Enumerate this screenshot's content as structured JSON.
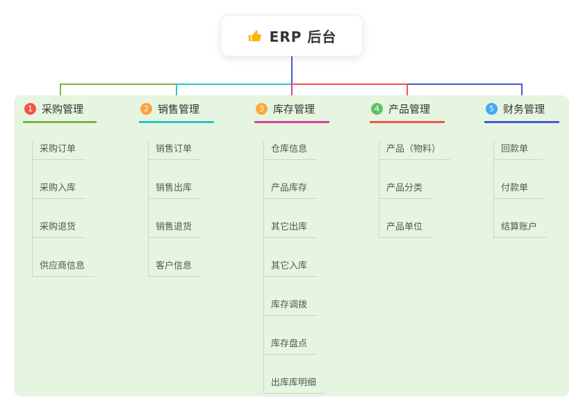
{
  "root": {
    "icon": "thumbs-up-icon",
    "icon_color": "#f7b500",
    "label": "ERP 后台",
    "line_color": "#4458dc"
  },
  "palette": {
    "panel_bg": "#e6f5e0",
    "pale_line": "#c8d5c9",
    "header_text": "#333333",
    "child_text": "#555555"
  },
  "branches": [
    {
      "num": "1",
      "label": "采购管理",
      "color": "#7cb342",
      "badge_color": "#f0564a",
      "items": [
        "采购订单",
        "采购入库",
        "采购退货",
        "供应商信息"
      ]
    },
    {
      "num": "2",
      "label": "销售管理",
      "color": "#2ac3c9",
      "badge_color": "#ff9f43",
      "items": [
        "销售订单",
        "销售出库",
        "销售退货",
        "客户信息"
      ]
    },
    {
      "num": "3",
      "label": "库存管理",
      "color": "#d6409f",
      "badge_color": "#ffa836",
      "items": [
        "仓库信息",
        "产品库存",
        "其它出库",
        "其它入库",
        "库存调拨",
        "库存盘点",
        "出库库明细"
      ]
    },
    {
      "num": "4",
      "label": "产品管理",
      "color": "#ef5350",
      "badge_color": "#61c168",
      "items": [
        "产品（物料）",
        "产品分类",
        "产品单位"
      ]
    },
    {
      "num": "5",
      "label": "财务管理",
      "color": "#4458dc",
      "badge_color": "#40a8f5",
      "items": [
        "回款单",
        "付款单",
        "结算账户"
      ]
    }
  ]
}
